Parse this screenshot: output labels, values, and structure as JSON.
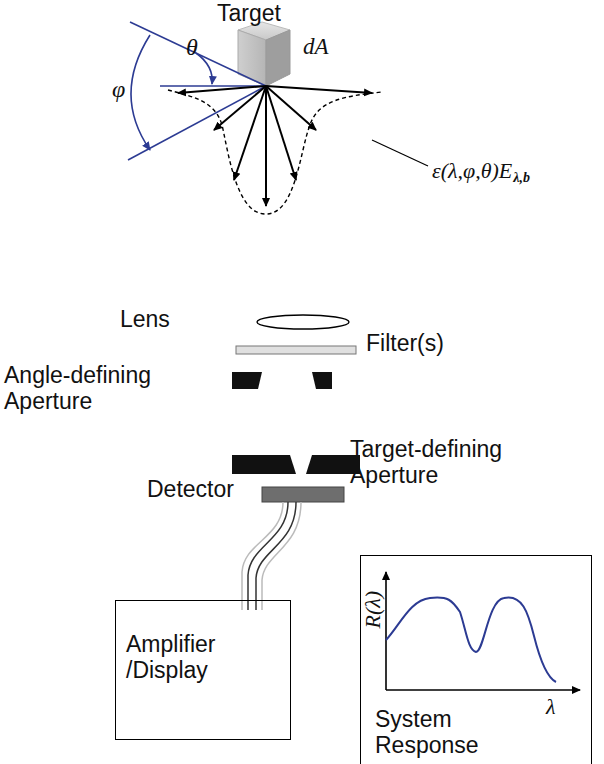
{
  "diagram": {
    "nodes": [
      {
        "text": [
          "Amplifier /Display"
        ]
      },
      {
        "text": [
          "System Response"
        ]
      }
    ],
    "labels": [
      "Target",
      "θ",
      "φ",
      "dA",
      "ε(λ,φ,θ)E",
      "λ,b",
      "Lens",
      "Filter(s)",
      "Angle-defining Aperture",
      "Target-defining Aperture",
      "Detector",
      "R(λ)",
      "λ"
    ]
  }
}
